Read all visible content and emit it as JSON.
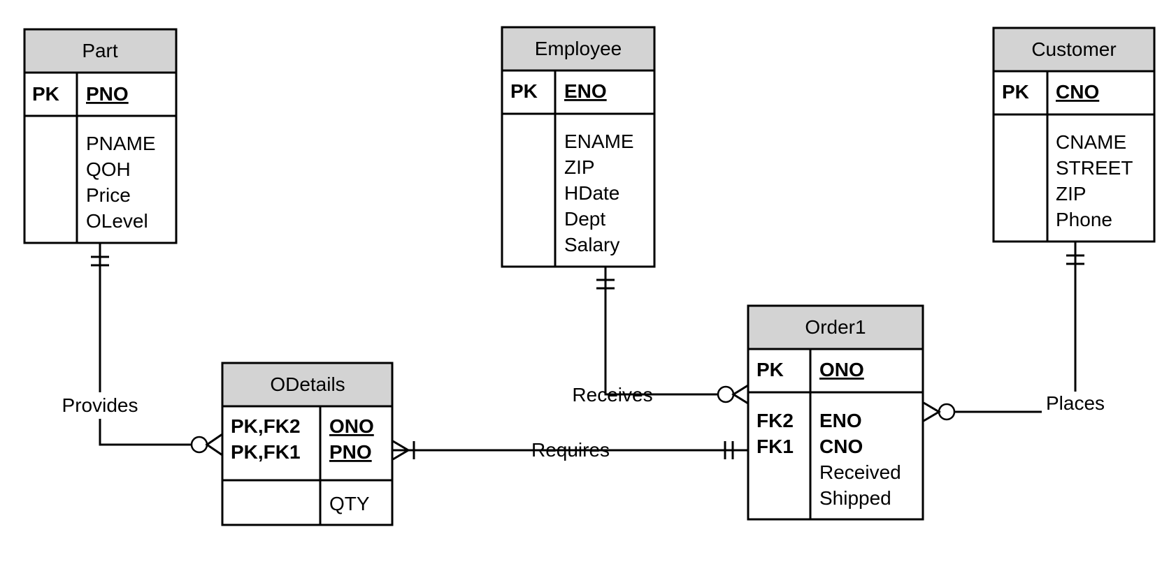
{
  "entities": {
    "part": {
      "title": "Part",
      "key_label": "PK",
      "key_attr": "PNO",
      "attrs": [
        "PNAME",
        "QOH",
        "Price",
        "OLevel"
      ]
    },
    "employee": {
      "title": "Employee",
      "key_label": "PK",
      "key_attr": "ENO",
      "attrs": [
        "ENAME",
        "ZIP",
        "HDate",
        "Dept",
        "Salary"
      ]
    },
    "customer": {
      "title": "Customer",
      "key_label": "PK",
      "key_attr": "CNO",
      "attrs": [
        "CNAME",
        "STREET",
        "ZIP",
        "Phone"
      ]
    },
    "odetails": {
      "title": "ODetails",
      "key_labels": [
        "PK,FK2",
        "PK,FK1"
      ],
      "key_attrs": [
        "ONO",
        "PNO"
      ],
      "attrs": [
        "QTY"
      ]
    },
    "order1": {
      "title": "Order1",
      "key_label": "PK",
      "key_attr": "ONO",
      "fk_labels": [
        "FK2",
        "FK1"
      ],
      "fk_attrs": [
        "ENO",
        "CNO"
      ],
      "attrs": [
        "Received",
        "Shipped"
      ]
    }
  },
  "relationships": {
    "provides": "Provides",
    "receives": "Receives",
    "places": "Places",
    "requires": "Requires"
  }
}
